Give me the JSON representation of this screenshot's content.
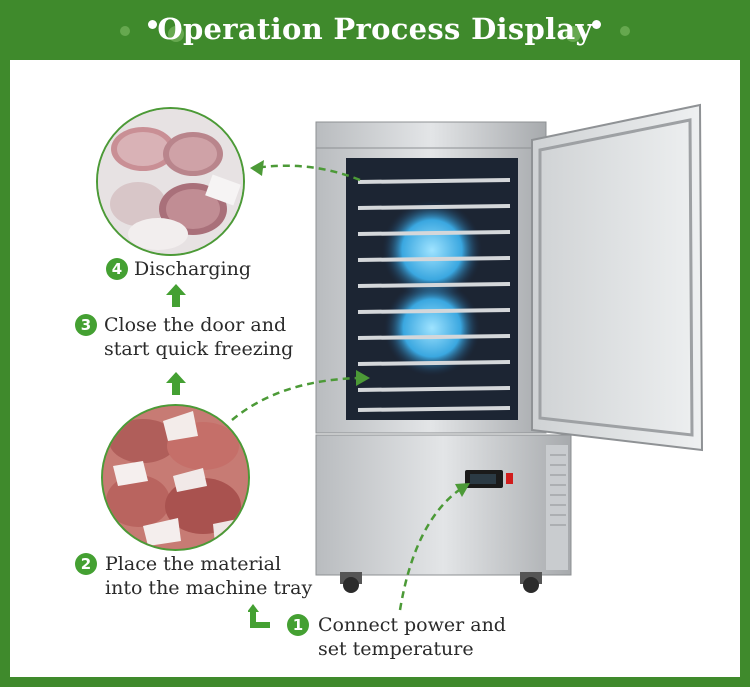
{
  "header": {
    "title": "Operation Process Display"
  },
  "steps": [
    {
      "number": "1",
      "line1": "Connect power and",
      "line2": "set temperature"
    },
    {
      "number": "2",
      "line1": "Place the material",
      "line2": "into the machine tray"
    },
    {
      "number": "3",
      "line1": "Close the door and",
      "line2": "start quick freezing"
    },
    {
      "number": "4",
      "line1": "Discharging",
      "line2": ""
    }
  ],
  "colors": {
    "frame": "#3f8a2c",
    "badge": "#44a032",
    "arrow": "#4c9a37"
  },
  "icons": [
    "arrow-up-icon",
    "corner-arrow-icon",
    "dashed-curve-arrow-icon"
  ]
}
